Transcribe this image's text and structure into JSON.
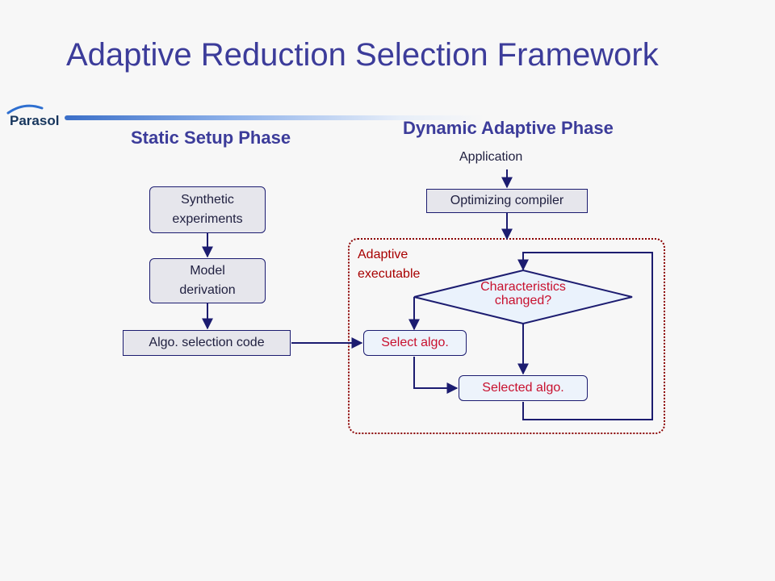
{
  "slide": {
    "title": "Adaptive Reduction Selection Framework",
    "logo_text": "Parasol"
  },
  "colors": {
    "title": "#3c3c9a",
    "box_border": "#1c1c70",
    "box_fill": "#e6e6ec",
    "highlight_text": "#c8102e",
    "region_border": "#8b0000"
  },
  "static_phase": {
    "title": "Static Setup Phase",
    "nodes": {
      "synthetic": "Synthetic\nexperiments",
      "model": "Model\nderivation",
      "algo_code": "Algo. selection code"
    }
  },
  "dynamic_phase": {
    "title": "Dynamic Adaptive Phase",
    "application": "Application",
    "compiler": "Optimizing compiler",
    "region_label": "Adaptive\nexecutable",
    "decision": "Characteristics\nchanged?",
    "select": "Select algo.",
    "selected": "Selected algo."
  }
}
